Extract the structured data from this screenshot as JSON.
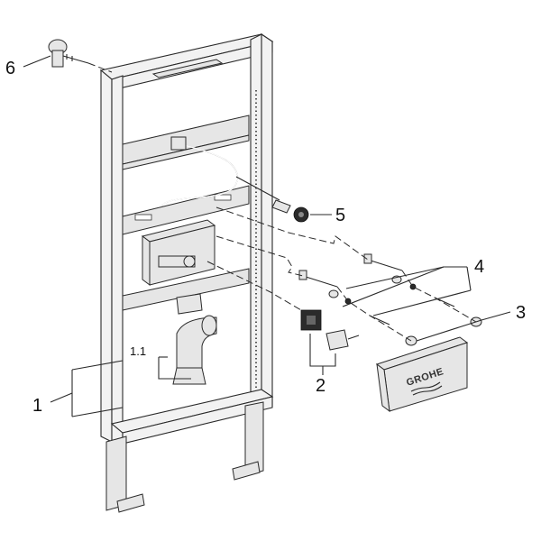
{
  "callouts": {
    "c1": "1",
    "c1_1": "1.1",
    "c2": "2",
    "c3": "3",
    "c4": "4",
    "c5": "5",
    "c6": "6"
  },
  "brand": {
    "logo_text": "GROHE"
  }
}
